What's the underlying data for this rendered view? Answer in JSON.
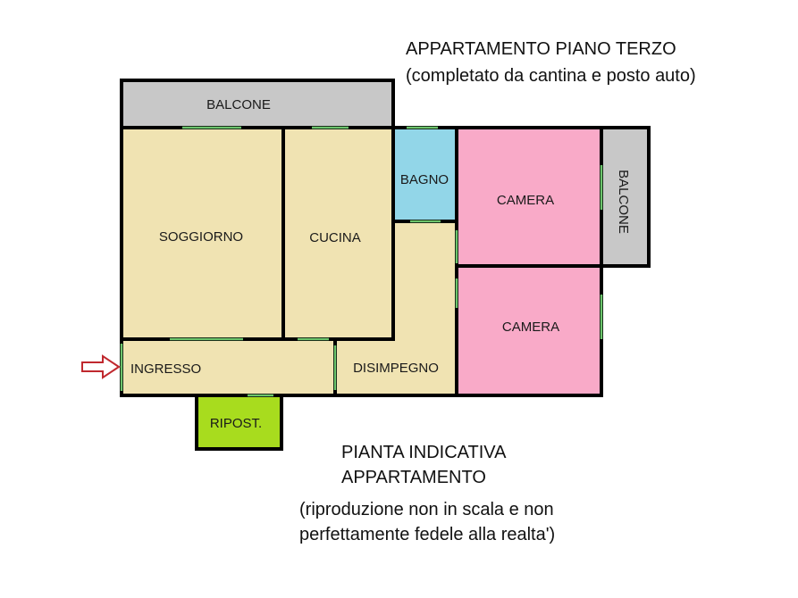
{
  "header": {
    "title": "APPARTAMENTO PIANO TERZO",
    "subtitle": "(completato da cantina e posto auto)"
  },
  "rooms": {
    "balcone_top": "BALCONE",
    "soggiorno": "SOGGIORNO",
    "cucina": "CUCINA",
    "bagno": "BAGNO",
    "camera_1": "CAMERA",
    "balcone_right": "BALCONE",
    "camera_2": "CAMERA",
    "ingresso": "INGRESSO",
    "disimpegno": "DISIMPEGNO",
    "ripostiglio": "RIPOST."
  },
  "footer": {
    "title_line1": "PIANTA INDICATIVA",
    "title_line2": "APPARTAMENTO",
    "note_line1": "(riproduzione non in scala e non",
    "note_line2": "perfettamente fedele alla realta')"
  },
  "colors": {
    "living": "#f0e3b2",
    "balcony": "#c8c8c8",
    "bathroom": "#92d6e8",
    "bedroom": "#f9aac8",
    "storage": "#a8dc1e",
    "door": "#6cc46c",
    "entry_arrow": "#c0282e"
  },
  "icons": {
    "entry": "arrow-right-outline-icon"
  }
}
